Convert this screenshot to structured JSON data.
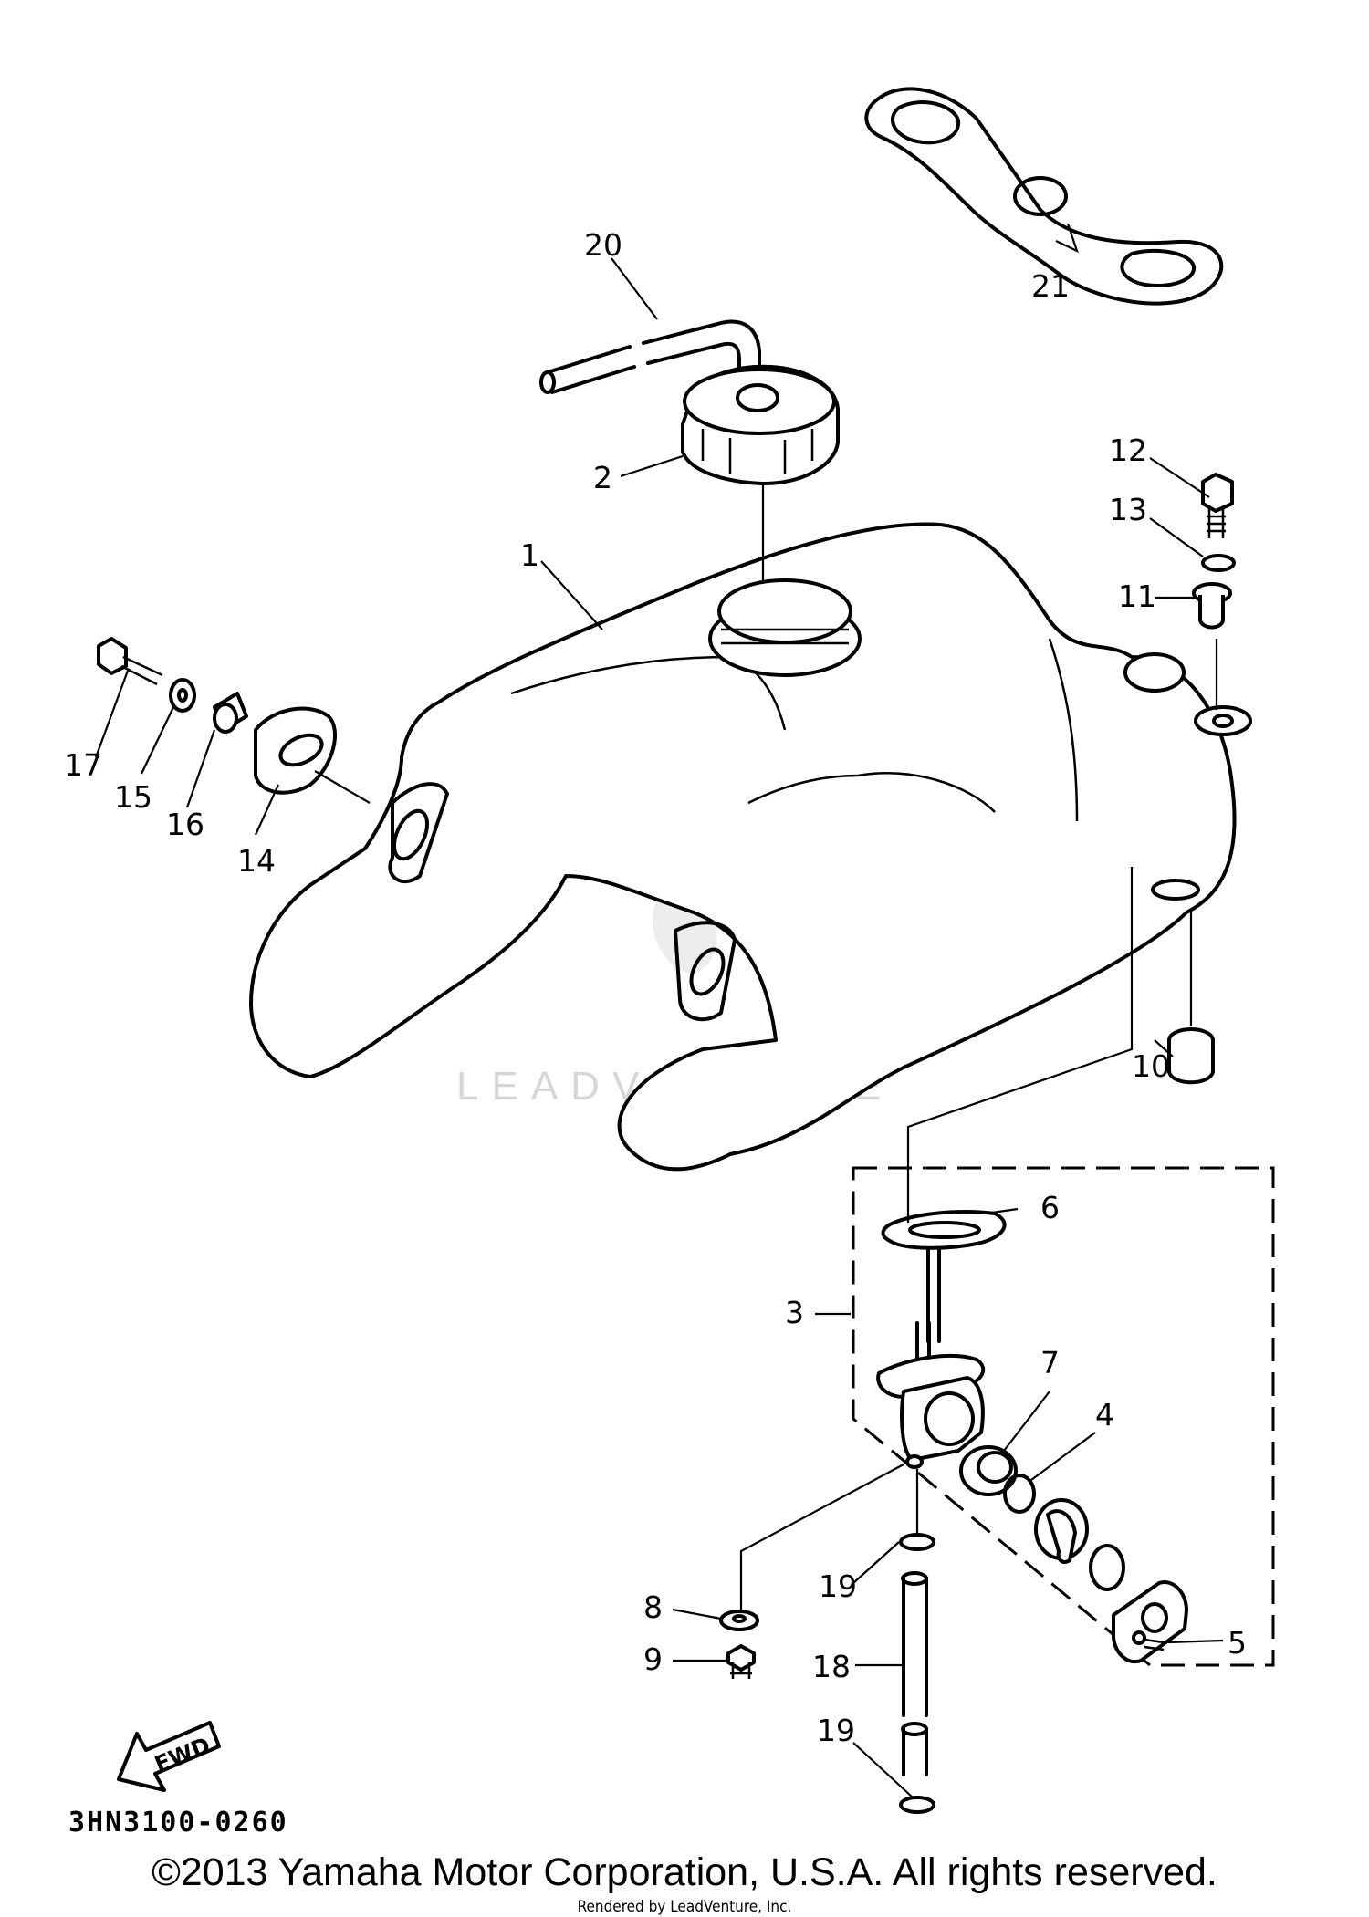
{
  "diagram": {
    "callouts": {
      "c1": "1",
      "c2": "2",
      "c3": "3",
      "c4": "4",
      "c5": "5",
      "c6": "6",
      "c7": "7",
      "c8": "8",
      "c9": "9",
      "c10": "10",
      "c11": "11",
      "c12": "12",
      "c13": "13",
      "c14": "14",
      "c15": "15",
      "c16": "16",
      "c17": "17",
      "c18": "18",
      "c19a": "19",
      "c19b": "19",
      "c20": "20",
      "c21": "21"
    },
    "drawing_code": "3HN3100-0260",
    "fwd_label": "FWD",
    "watermark": "LEADVENTURE"
  },
  "footer": {
    "copyright": "©2013 Yamaha Motor Corporation, U.S.A. All rights reserved.",
    "rendered_by": "Rendered by LeadVenture, Inc."
  }
}
